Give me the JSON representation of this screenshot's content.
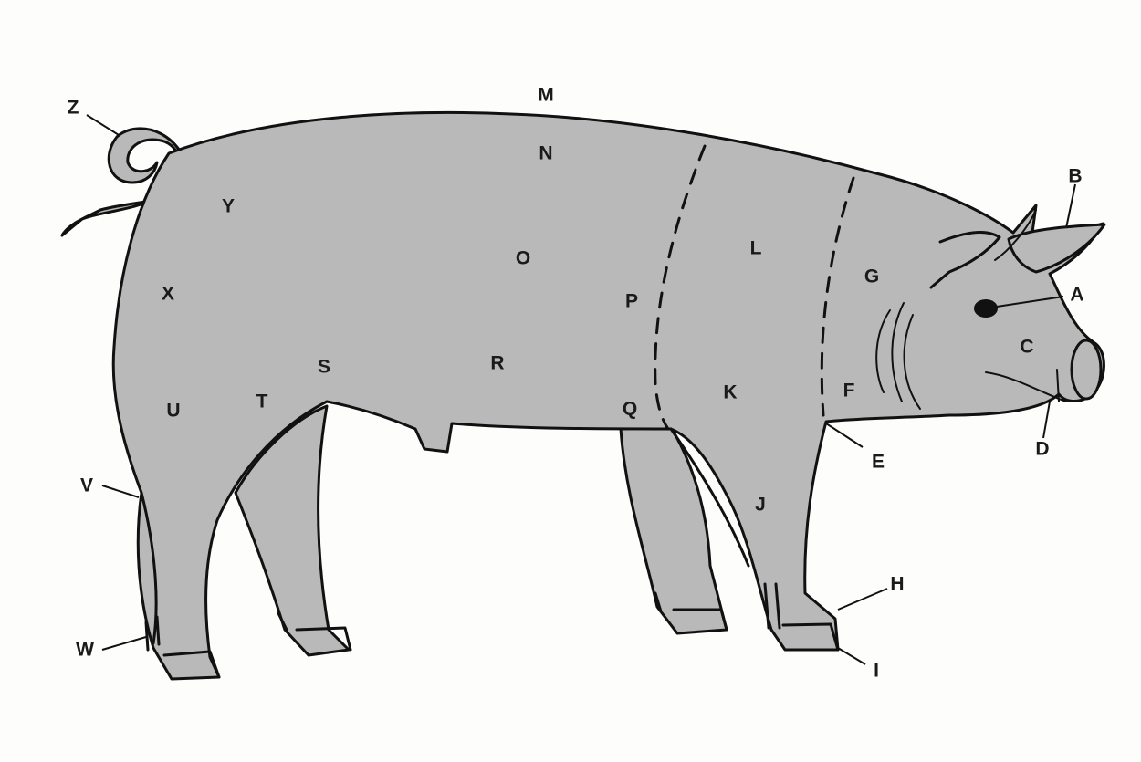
{
  "diagram": {
    "subject": "pig",
    "labels": {
      "A": "A",
      "B": "B",
      "C": "C",
      "D": "D",
      "E": "E",
      "F": "F",
      "G": "G",
      "H": "H",
      "I": "I",
      "J": "J",
      "K": "K",
      "L": "L",
      "M": "M",
      "N": "N",
      "O": "O",
      "P": "P",
      "Q": "Q",
      "R": "R",
      "S": "S",
      "T": "T",
      "U": "U",
      "V": "V",
      "W": "W",
      "X": "X",
      "Y": "Y",
      "Z": "Z"
    },
    "colors": {
      "body_fill": "#b9b9b9",
      "outline": "#111111",
      "background": "#fdfdfb"
    }
  }
}
